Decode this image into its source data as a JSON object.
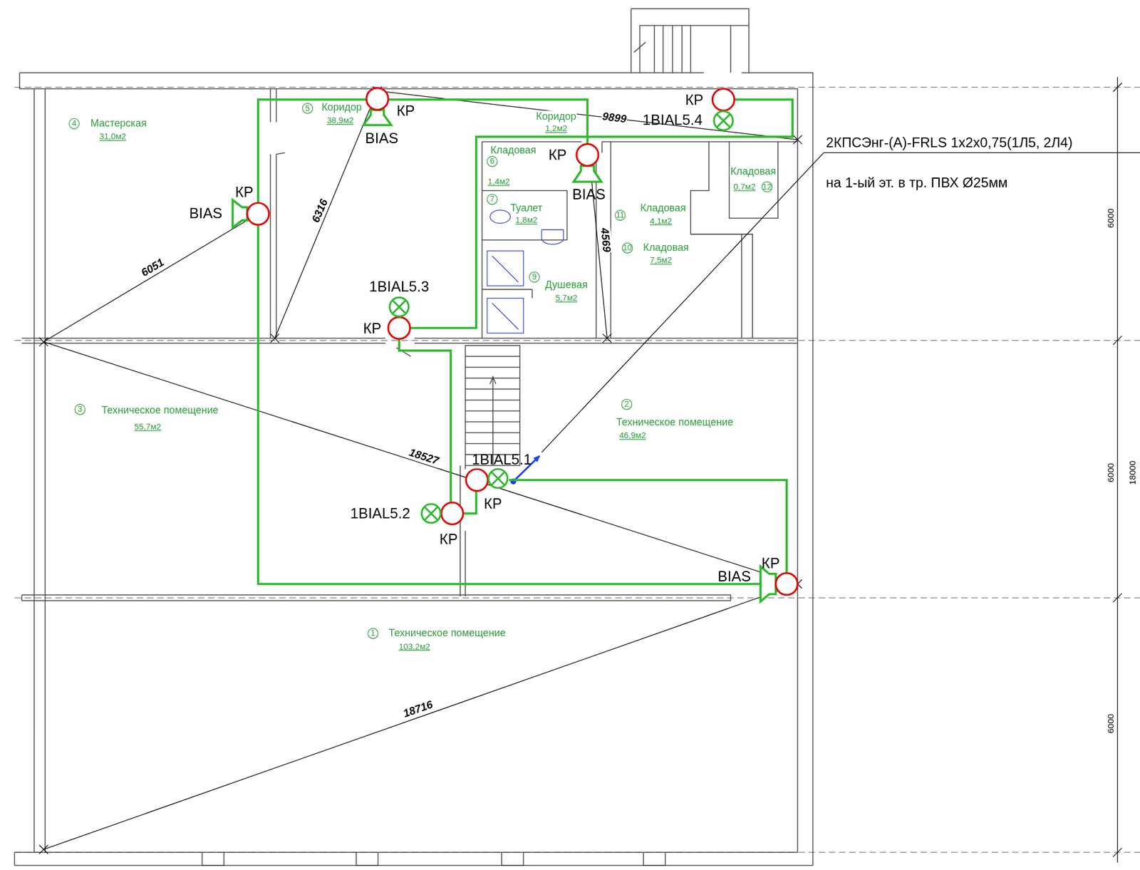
{
  "diagram": {
    "labels": [
      "4",
      "Мастерская",
      "31,0м2",
      "5",
      "Коридор",
      "38,9м2",
      "Коридор",
      "1,2м2",
      "Кладовая",
      "6",
      "1,4м2",
      "7",
      "Туалет",
      "1,8м2",
      "Кладовая",
      "0,7м2",
      "12",
      "11",
      "Кладовая",
      "4,1м2",
      "10",
      "Кладовая",
      "7,5м2",
      "9",
      "Душевая",
      "5,7м2",
      "3",
      "Техническое помещение",
      "55,7м2",
      "2",
      "Техническое помещение",
      "46,9м2",
      "1",
      "Техническое помещение",
      "103,2м2",
      "КР",
      "BIAS",
      "КР",
      "BIAS",
      "КР",
      "1BIAL5.4",
      "КР",
      "BIAS",
      "1BIAL5.3",
      "КР",
      "1BIAL5.1",
      "КР",
      "1BIAL5.2",
      "КР",
      "BIAS",
      "КР",
      "9899",
      "6316",
      "6051",
      "4569",
      "18527",
      "18716",
      "2КПСЭнг-(А)-FRLS 1x2x0,75(1Л5, 2Л4)",
      "на 1-ый эт. в тр. ПВХ Ø25мм",
      "6000",
      "6000",
      "18000",
      "6000"
    ]
  }
}
